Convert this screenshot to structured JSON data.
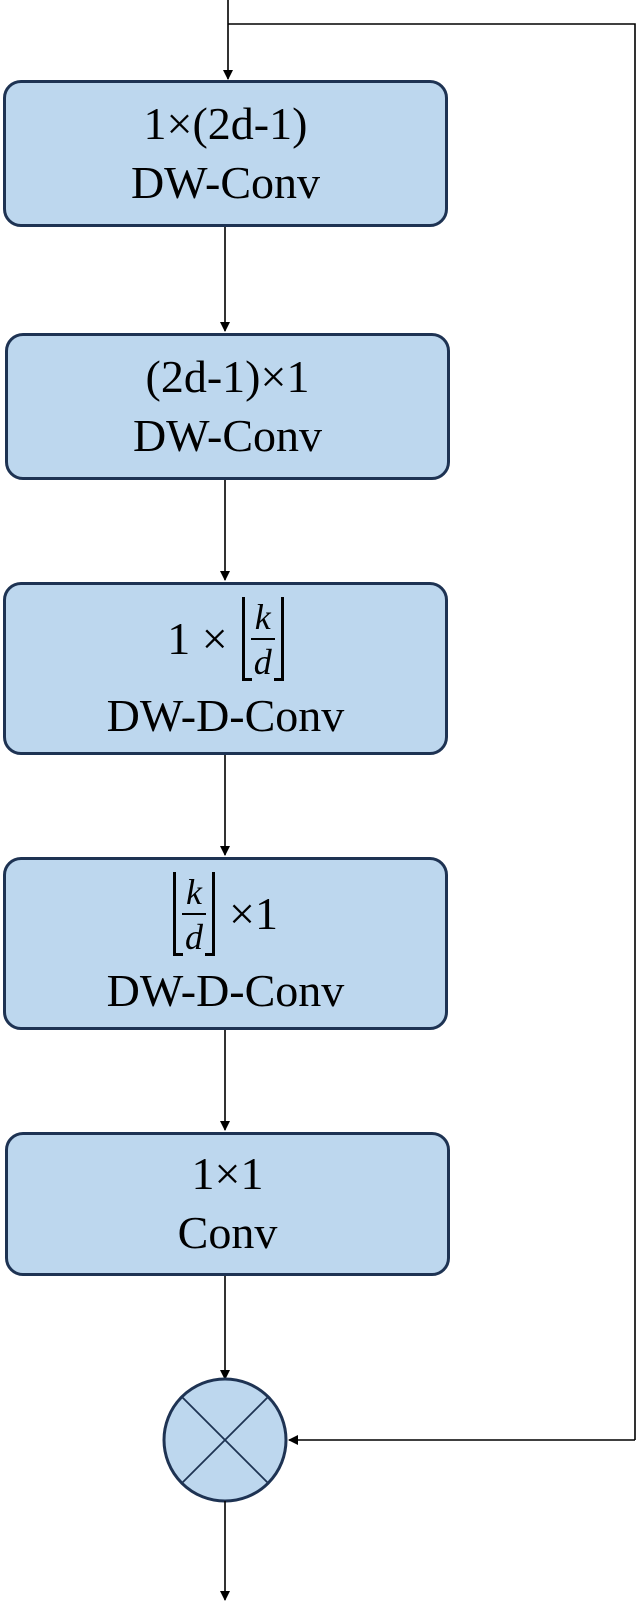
{
  "blocks": [
    {
      "id": "b1",
      "line1": "1×(2d-1)",
      "line2": "DW-Conv"
    },
    {
      "id": "b2",
      "line1": "(2d-1)×1",
      "line2": "DW-Conv"
    },
    {
      "id": "b3",
      "prefix": "1 ×",
      "frac_num": "k",
      "frac_den": "d",
      "suffix": "",
      "line2": "DW-D-Conv"
    },
    {
      "id": "b4",
      "prefix": "",
      "frac_num": "k",
      "frac_den": "d",
      "suffix": "×1",
      "line2": "DW-D-Conv"
    },
    {
      "id": "b5",
      "line1": "1×1",
      "line2": "Conv"
    }
  ],
  "multiply_node": {
    "symbol": "multiply-circle-icon"
  },
  "colors": {
    "block_fill": "#bdd7ee",
    "block_border": "#1e3353",
    "line": "#000000"
  }
}
